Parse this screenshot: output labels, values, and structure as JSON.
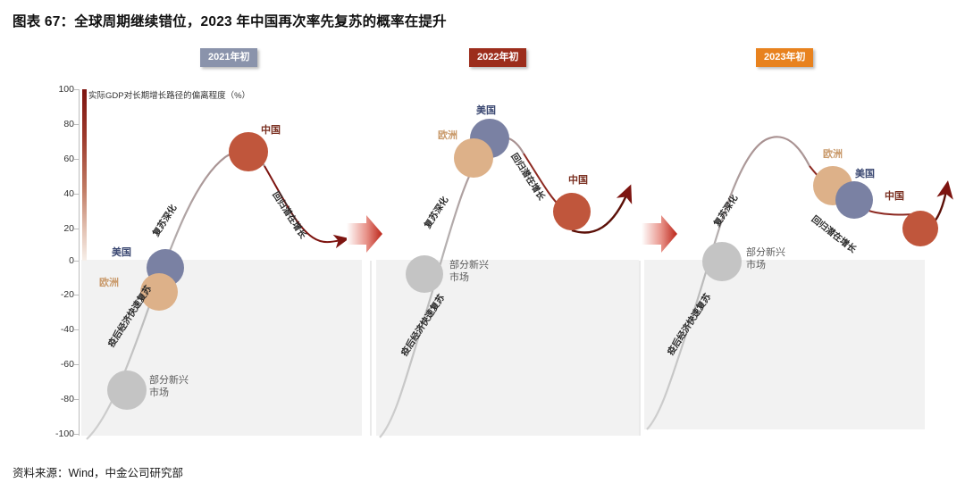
{
  "title": "图表 67：全球周期继续错位，2023 年中国再次率先复苏的概率在提升",
  "source": "资料来源：Wind，中金公司研究部",
  "axis": {
    "caption": "实际GDP对长期增长路径的偏离程度（%）",
    "ticks": [
      "100",
      "80",
      "60",
      "40",
      "20",
      "0",
      "-20",
      "-40",
      "-60",
      "-80",
      "-100"
    ],
    "min": -100,
    "max": 100,
    "step": 20
  },
  "colors": {
    "china": "#c0563c",
    "us": "#7a81a3",
    "europe": "#ddb189",
    "emerging": "#c4c4c4",
    "badge_2021": "#8a93ab",
    "badge_2022": "#9c2d1c",
    "badge_2023": "#e8821e",
    "arrow": "#7d1410",
    "curve": "#b3b3b3",
    "shade": "#f2f2f2"
  },
  "panels": [
    {
      "id": "panel-2021",
      "badge": "2021年初",
      "badge_color": "#8a93ab",
      "annotations": [
        "疫后经济快速复苏",
        "复苏深化",
        "回归潜在增长"
      ],
      "bubbles": [
        {
          "name": "china",
          "label": "中国",
          "label_color": "#7a2f20",
          "value": 69,
          "r": 22
        },
        {
          "name": "us",
          "label": "美国",
          "label_color": "#3d4a73",
          "value": -7,
          "r": 21
        },
        {
          "name": "europe",
          "label": "欧洲",
          "label_color": "#c99a6b",
          "value": -21,
          "r": 21
        },
        {
          "name": "emerging",
          "label": "部分新兴\n市场",
          "label_color": "#5c5c5c",
          "value": -78,
          "r": 22
        }
      ]
    },
    {
      "id": "panel-2022",
      "badge": "2022年初",
      "badge_color": "#9c2d1c",
      "annotations": [
        "疫后经济快速复苏",
        "复苏深化",
        "回归潜在增长"
      ],
      "bubbles": [
        {
          "name": "us",
          "label": "美国",
          "label_color": "#3d4a73",
          "value": 74,
          "r": 22
        },
        {
          "name": "europe",
          "label": "欧洲",
          "label_color": "#c99a6b",
          "value": 64,
          "r": 22
        },
        {
          "name": "china",
          "label": "中国",
          "label_color": "#7a2f20",
          "value": 28,
          "r": 21
        },
        {
          "name": "emerging",
          "label": "部分新兴\n市场",
          "label_color": "#5c5c5c",
          "value": 0,
          "r": 21
        }
      ]
    },
    {
      "id": "panel-2023",
      "badge": "2023年初",
      "badge_color": "#e8821e",
      "annotations": [
        "疫后经济快速复苏",
        "复苏深化",
        "回归潜在增长"
      ],
      "bubbles": [
        {
          "name": "europe",
          "label": "欧洲",
          "label_color": "#c99a6b",
          "value": 44,
          "r": 22
        },
        {
          "name": "us",
          "label": "美国",
          "label_color": "#3d4a73",
          "value": 36,
          "r": 21
        },
        {
          "name": "china",
          "label": "中国",
          "label_color": "#7a2f20",
          "value": 18,
          "r": 20
        },
        {
          "name": "emerging",
          "label": "部分新兴\n市场",
          "label_color": "#5c5c5c",
          "value": 0,
          "r": 22
        }
      ]
    }
  ],
  "chart_data": {
    "type": "scatter",
    "title": "图表 67：全球周期继续错位，2023 年中国再次率先复苏的概率在提升",
    "ylabel": "实际GDP对长期增长路径的偏离程度（%）",
    "xlabel": "",
    "ylim": [
      -100,
      100
    ],
    "yticks": [
      -100,
      -80,
      -60,
      -40,
      -20,
      0,
      20,
      40,
      60,
      80,
      100
    ],
    "grid": false,
    "legend": "none",
    "note": "Three S-curve panels showing economic cycle position of regions at three points in time.",
    "categories": [
      "2021年初",
      "2022年初",
      "2023年初"
    ],
    "series": [
      {
        "name": "中国",
        "values": [
          69,
          28,
          18
        ],
        "color": "#c0563c"
      },
      {
        "name": "美国",
        "values": [
          -7,
          74,
          36
        ],
        "color": "#7a81a3"
      },
      {
        "name": "欧洲",
        "values": [
          -21,
          64,
          44
        ],
        "color": "#ddb189"
      },
      {
        "name": "部分新兴市场",
        "values": [
          -78,
          0,
          0
        ],
        "color": "#c4c4c4"
      }
    ],
    "annotations": [
      "疫后经济快速复苏",
      "复苏深化",
      "回归潜在增长"
    ],
    "source": "资料来源：Wind，中金公司研究部"
  }
}
